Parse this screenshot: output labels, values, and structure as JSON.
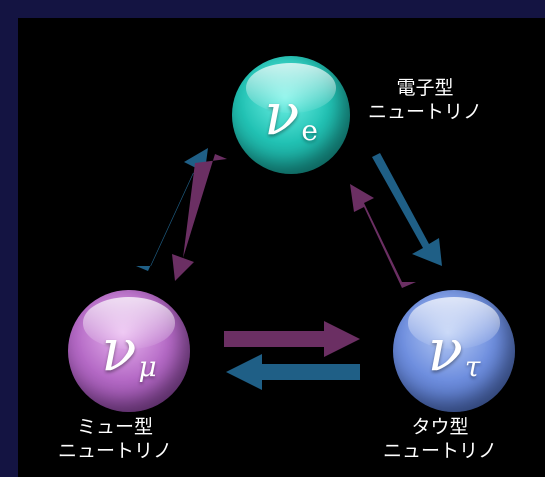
{
  "nodes": {
    "e": {
      "symbol": "ν",
      "subscript": "e",
      "label_line1": "電子型",
      "label_line2": "ニュートリノ",
      "color": "#22c2b4"
    },
    "mu": {
      "symbol": "ν",
      "subscript": "μ",
      "label_line1": "ミュー型",
      "label_line2": "ニュートリノ",
      "color": "#b56ac6"
    },
    "tau": {
      "symbol": "ν",
      "subscript": "τ",
      "label_line1": "タウ型",
      "label_line2": "ニュートリノ",
      "color": "#6f8fdf"
    }
  },
  "arrow_colors": {
    "blue": "#1f5f86",
    "purple": "#6b2f63"
  },
  "colors": {
    "frame": "#141442",
    "background": "#000000"
  }
}
